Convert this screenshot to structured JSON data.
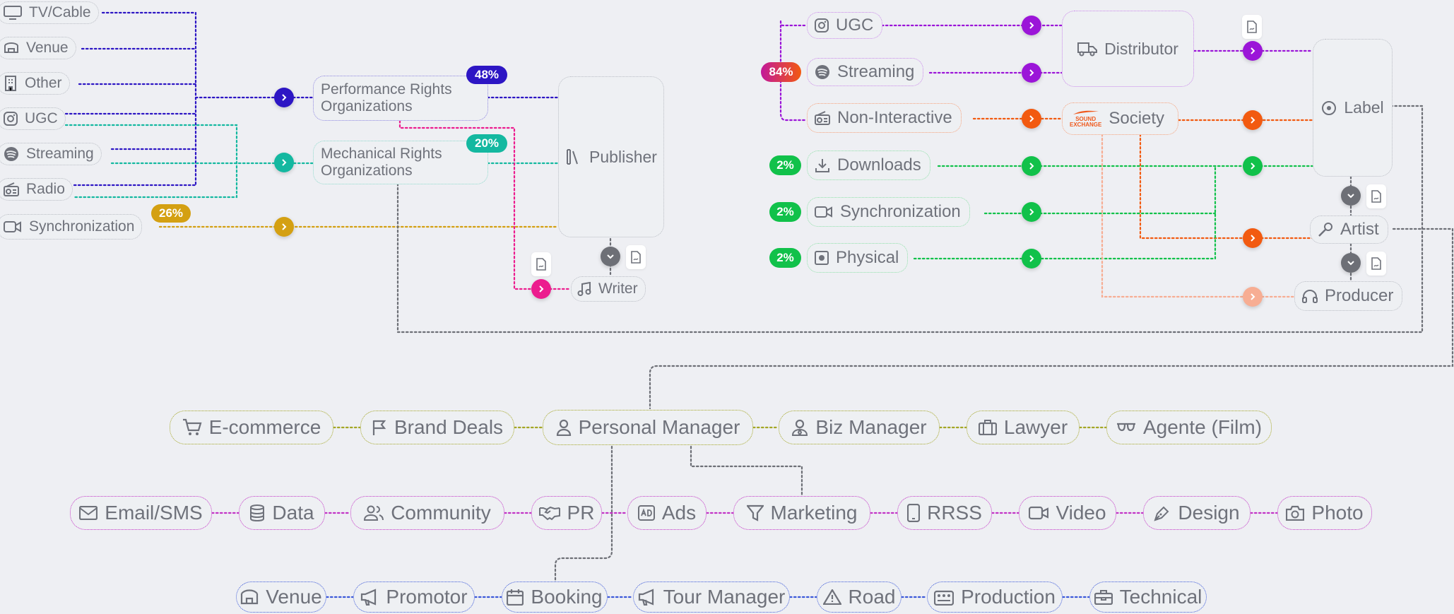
{
  "left_panel": {
    "sources": {
      "tv_cable": "TV/Cable",
      "venue": "Venue",
      "other": "Other",
      "ugc": "UGC",
      "streaming": "Streaming",
      "radio": "Radio",
      "synchronization": "Synchronization"
    },
    "pro_title": "Performance Rights Organizations",
    "mro_title": "Mechanical Rights Organizations",
    "publisher": "Publisher",
    "writer": "Writer",
    "badges": {
      "pro": "48%",
      "mro": "20%",
      "sync": "26%"
    }
  },
  "right_panel": {
    "ugc": "UGC",
    "streaming": "Streaming",
    "non_interactive": "Non-Interactive",
    "downloads": "Downloads",
    "synchronization": "Synchronization",
    "physical": "Physical",
    "distributor": "Distributor",
    "society": "Society",
    "society_logo_line1": "SOUND",
    "society_logo_line2": "EXCHANGE",
    "label": "Label",
    "artist": "Artist",
    "producer": "Producer",
    "badges": {
      "main": "84%",
      "downloads": "2%",
      "sync": "2%",
      "physical": "2%"
    }
  },
  "management_row": {
    "ecommerce": "E-commerce",
    "brand_deals": "Brand Deals",
    "personal_manager": "Personal Manager",
    "biz_manager": "Biz Manager",
    "lawyer": "Lawyer",
    "agente": "Agente (Film)"
  },
  "marketing_row": {
    "email_sms": "Email/SMS",
    "data": "Data",
    "community": "Community",
    "pr": "PR",
    "ads": "Ads",
    "marketing": "Marketing",
    "rrss": "RRSS",
    "video": "Video",
    "design": "Design",
    "photo": "Photo"
  },
  "touring_row": {
    "venue": "Venue",
    "promotor": "Promotor",
    "booking": "Booking",
    "tour_manager": "Tour Manager",
    "road": "Road",
    "production": "Production",
    "technical": "Technical"
  },
  "colors": {
    "indigo": "#2d16c4",
    "teal": "#14b8a0",
    "gold": "#d4a012",
    "pink": "#ec1c8e",
    "grey": "#6d6f76",
    "purple": "#9b15d8",
    "orange": "#f25a10",
    "green": "#11c14a",
    "peach": "#f7ad93",
    "olive": "#a4a626",
    "magenta": "#c233c6",
    "blue": "#3b58d9"
  }
}
